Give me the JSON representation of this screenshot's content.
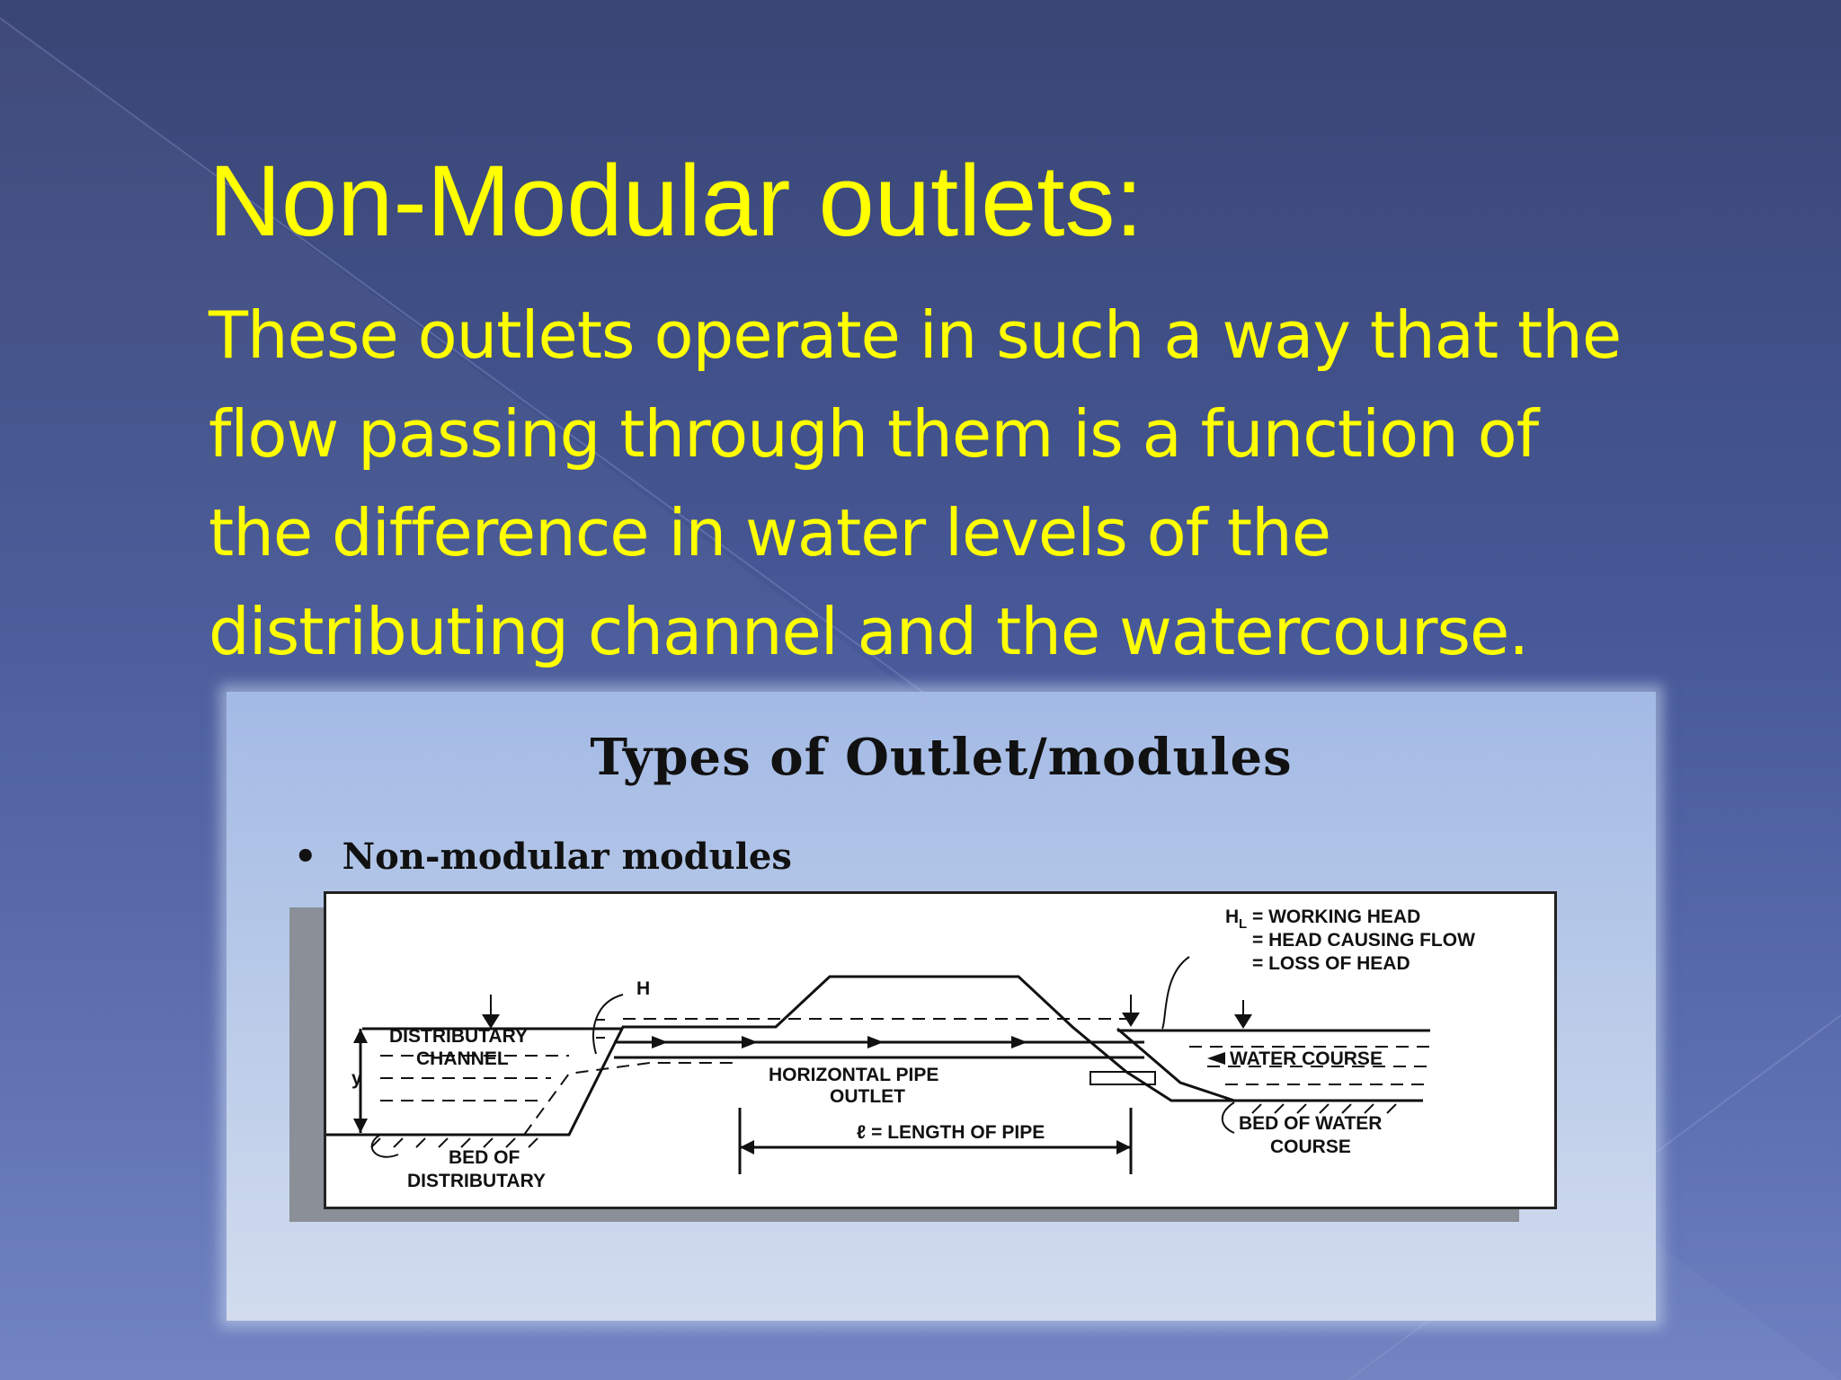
{
  "slide": {
    "title": "Non-Modular outlets:",
    "body_lines": [
      "These outlets operate in such a way that the",
      "flow passing through them is a function of",
      "the difference in water levels of the",
      "distributing channel and the watercourse."
    ]
  },
  "figure": {
    "title": "Types of Outlet/modules",
    "bullet": "Non-modular modules",
    "labels": {
      "working_head": "= WORKING HEAD",
      "head_causing_flow": "= HEAD CAUSING FLOW",
      "loss_of_head": "= LOSS OF HEAD",
      "h": "H",
      "distributary": "DISTRIBUTARY",
      "channel": "CHANNEL",
      "y": "y",
      "bed_of_line1": "BED OF",
      "bed_of_line2": "DISTRIBUTARY",
      "pipe_line1": "HORIZONTAL PIPE",
      "pipe_line2": "OUTLET",
      "length": "ℓ = LENGTH OF PIPE",
      "water_course": "WATER COURSE",
      "bed_water_line1": "BED OF WATER",
      "bed_water_line2": "COURSE"
    }
  },
  "colors": {
    "title_text": "#ffff00",
    "background_top": "#394574",
    "background_bottom": "#6e80c0"
  }
}
